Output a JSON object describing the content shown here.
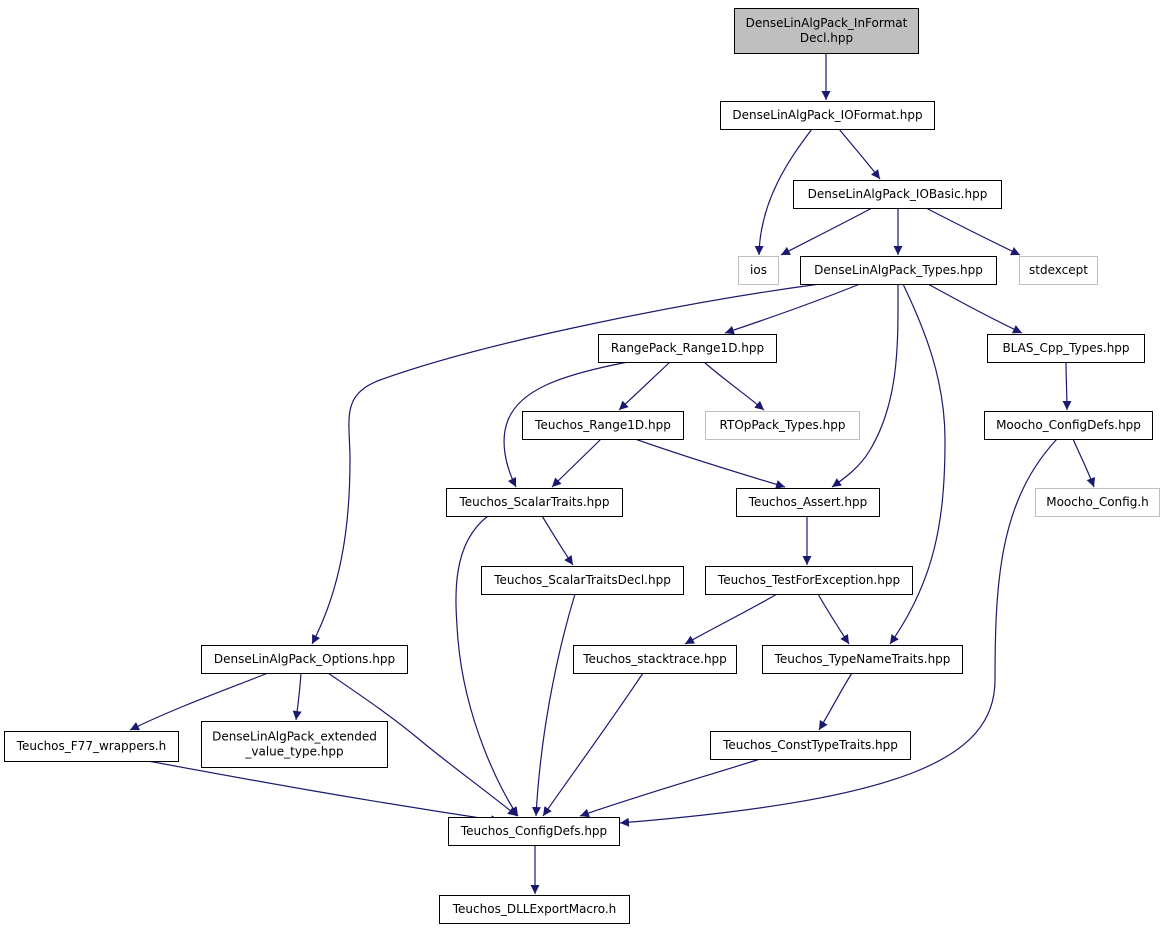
{
  "colors": {
    "edge": "#191970",
    "node_border": "#000000",
    "external_border": "#bfbfbf",
    "external_text": "#333333",
    "root_fill": "#bfbfbf",
    "node_fill": "#ffffff"
  },
  "nodes": [
    {
      "id": "n0",
      "lines": [
        "DenseLinAlgPack_InFormat",
        "Decl.hpp"
      ],
      "kind": "root"
    },
    {
      "id": "n1",
      "lines": [
        "DenseLinAlgPack_IOFormat.hpp"
      ],
      "kind": "normal"
    },
    {
      "id": "n2",
      "lines": [
        "DenseLinAlgPack_IOBasic.hpp"
      ],
      "kind": "normal"
    },
    {
      "id": "n3",
      "lines": [
        "ios"
      ],
      "kind": "external"
    },
    {
      "id": "n4",
      "lines": [
        "DenseLinAlgPack_Types.hpp"
      ],
      "kind": "normal"
    },
    {
      "id": "n5",
      "lines": [
        "stdexcept"
      ],
      "kind": "external"
    },
    {
      "id": "n6",
      "lines": [
        "RangePack_Range1D.hpp"
      ],
      "kind": "normal"
    },
    {
      "id": "n7",
      "lines": [
        "BLAS_Cpp_Types.hpp"
      ],
      "kind": "normal"
    },
    {
      "id": "n8",
      "lines": [
        "Teuchos_Range1D.hpp"
      ],
      "kind": "normal"
    },
    {
      "id": "n9",
      "lines": [
        "RTOpPack_Types.hpp"
      ],
      "kind": "external"
    },
    {
      "id": "n10",
      "lines": [
        "Moocho_ConfigDefs.hpp"
      ],
      "kind": "normal"
    },
    {
      "id": "n11",
      "lines": [
        "Teuchos_ScalarTraits.hpp"
      ],
      "kind": "normal"
    },
    {
      "id": "n12",
      "lines": [
        "Teuchos_Assert.hpp"
      ],
      "kind": "normal"
    },
    {
      "id": "n13",
      "lines": [
        "Moocho_Config.h"
      ],
      "kind": "external"
    },
    {
      "id": "n14",
      "lines": [
        "Teuchos_ScalarTraitsDecl.hpp"
      ],
      "kind": "normal"
    },
    {
      "id": "n15",
      "lines": [
        "Teuchos_TestForException.hpp"
      ],
      "kind": "normal"
    },
    {
      "id": "n16",
      "lines": [
        "DenseLinAlgPack_Options.hpp"
      ],
      "kind": "normal"
    },
    {
      "id": "n17",
      "lines": [
        "Teuchos_stacktrace.hpp"
      ],
      "kind": "normal"
    },
    {
      "id": "n18",
      "lines": [
        "Teuchos_TypeNameTraits.hpp"
      ],
      "kind": "normal"
    },
    {
      "id": "n19",
      "lines": [
        "Teuchos_F77_wrappers.h"
      ],
      "kind": "normal"
    },
    {
      "id": "n20",
      "lines": [
        "DenseLinAlgPack_extended",
        "_value_type.hpp"
      ],
      "kind": "normal"
    },
    {
      "id": "n21",
      "lines": [
        "Teuchos_ConstTypeTraits.hpp"
      ],
      "kind": "normal"
    },
    {
      "id": "n22",
      "lines": [
        "Teuchos_ConfigDefs.hpp"
      ],
      "kind": "normal"
    },
    {
      "id": "n23",
      "lines": [
        "Teuchos_DLLExportMacro.h"
      ],
      "kind": "normal"
    }
  ],
  "edges": [
    {
      "from": "n0",
      "to": "n1"
    },
    {
      "from": "n1",
      "to": "n3"
    },
    {
      "from": "n1",
      "to": "n2"
    },
    {
      "from": "n2",
      "to": "n3"
    },
    {
      "from": "n2",
      "to": "n4"
    },
    {
      "from": "n2",
      "to": "n5"
    },
    {
      "from": "n4",
      "to": "n6"
    },
    {
      "from": "n4",
      "to": "n7"
    },
    {
      "from": "n4",
      "to": "n12"
    },
    {
      "from": "n4",
      "to": "n18"
    },
    {
      "from": "n4",
      "to": "n16"
    },
    {
      "from": "n6",
      "to": "n11"
    },
    {
      "from": "n6",
      "to": "n8"
    },
    {
      "from": "n6",
      "to": "n9"
    },
    {
      "from": "n7",
      "to": "n10"
    },
    {
      "from": "n10",
      "to": "n13"
    },
    {
      "from": "n10",
      "to": "n22"
    },
    {
      "from": "n8",
      "to": "n11"
    },
    {
      "from": "n8",
      "to": "n12"
    },
    {
      "from": "n11",
      "to": "n14"
    },
    {
      "from": "n11",
      "to": "n22"
    },
    {
      "from": "n12",
      "to": "n15"
    },
    {
      "from": "n14",
      "to": "n22"
    },
    {
      "from": "n15",
      "to": "n17"
    },
    {
      "from": "n15",
      "to": "n18"
    },
    {
      "from": "n16",
      "to": "n19"
    },
    {
      "from": "n16",
      "to": "n20"
    },
    {
      "from": "n16",
      "to": "n22"
    },
    {
      "from": "n17",
      "to": "n22"
    },
    {
      "from": "n18",
      "to": "n21"
    },
    {
      "from": "n19",
      "to": "n22"
    },
    {
      "from": "n21",
      "to": "n22"
    },
    {
      "from": "n22",
      "to": "n23"
    }
  ]
}
